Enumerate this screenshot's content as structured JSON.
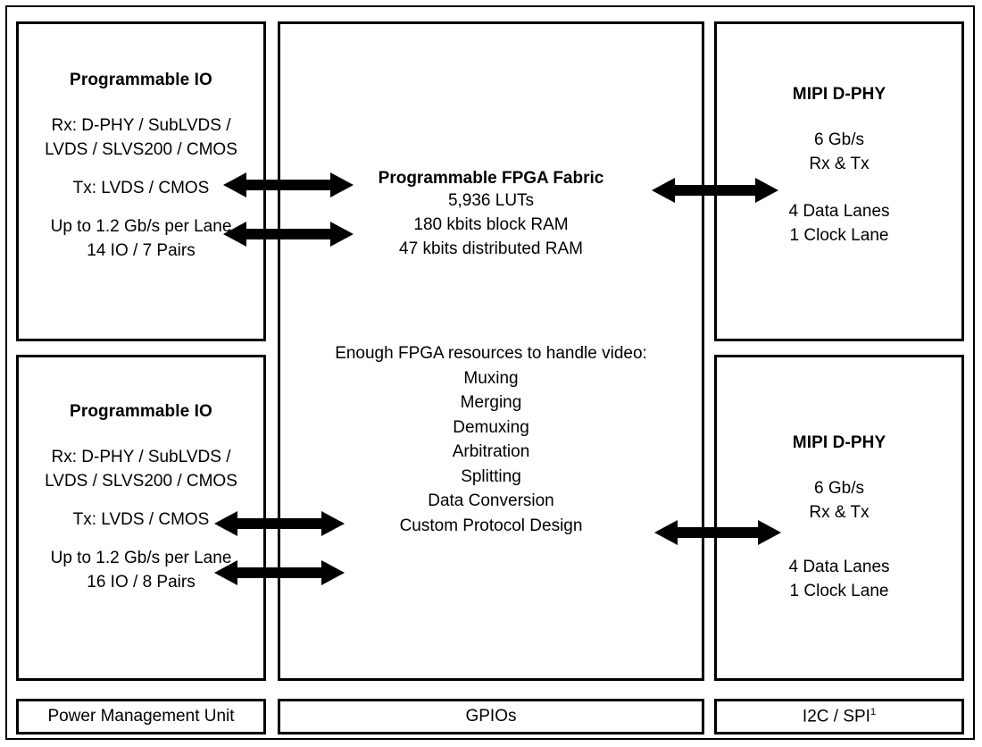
{
  "diagram": {
    "title": "FPGA MIPI bridge block diagram",
    "accent_color": "#000000",
    "background": "#ffffff"
  },
  "blocks": {
    "io_top": {
      "title": "Programmable IO",
      "rx": "Rx: D-PHY / SubLVDS /\nLVDS / SLVS200 / CMOS",
      "tx": "Tx: LVDS / CMOS",
      "rate": "Up to 1.2 Gb/s per Lane",
      "pins": "14 IO / 7 Pairs"
    },
    "io_bottom": {
      "title": "Programmable IO",
      "rx": "Rx: D-PHY / SubLVDS /\nLVDS / SLVS200 / CMOS",
      "tx": "Tx: LVDS / CMOS",
      "rate": "Up to 1.2 Gb/s per Lane",
      "pins": "16 IO / 8 Pairs"
    },
    "fabric": {
      "title": "Programmable FPGA Fabric",
      "luts": "5,936 LUTs",
      "block_ram": "180 kbits block RAM",
      "distributed_ram": "47 kbits distributed RAM",
      "resources_heading": "Enough FPGA resources to handle video:",
      "resources": [
        "Muxing",
        "Merging",
        "Demuxing",
        "Arbitration",
        "Splitting",
        "Data Conversion",
        "Custom Protocol Design"
      ]
    },
    "phy_top": {
      "title": "MIPI D-PHY",
      "rate": "6 Gb/s",
      "direction": "Rx & Tx",
      "data_lanes": "4 Data Lanes",
      "clock_lane": "1 Clock Lane"
    },
    "phy_bottom": {
      "title": "MIPI D-PHY",
      "rate": "6 Gb/s",
      "direction": "Rx & Tx",
      "data_lanes": "4 Data Lanes",
      "clock_lane": "1 Clock Lane"
    }
  },
  "bottom_bar": {
    "power": "Power Management Unit",
    "gpios": "GPIOs",
    "serial": "I2C / SPI",
    "serial_footnote": "1"
  },
  "connectors": [
    {
      "name": "io-top-to-fabric-upper",
      "type": "double-arrow"
    },
    {
      "name": "io-top-to-fabric-lower",
      "type": "double-arrow"
    },
    {
      "name": "fabric-to-phy-top",
      "type": "double-arrow"
    },
    {
      "name": "io-bottom-to-fabric-upper",
      "type": "double-arrow"
    },
    {
      "name": "io-bottom-to-fabric-lower",
      "type": "double-arrow"
    },
    {
      "name": "fabric-to-phy-bottom",
      "type": "double-arrow"
    }
  ]
}
